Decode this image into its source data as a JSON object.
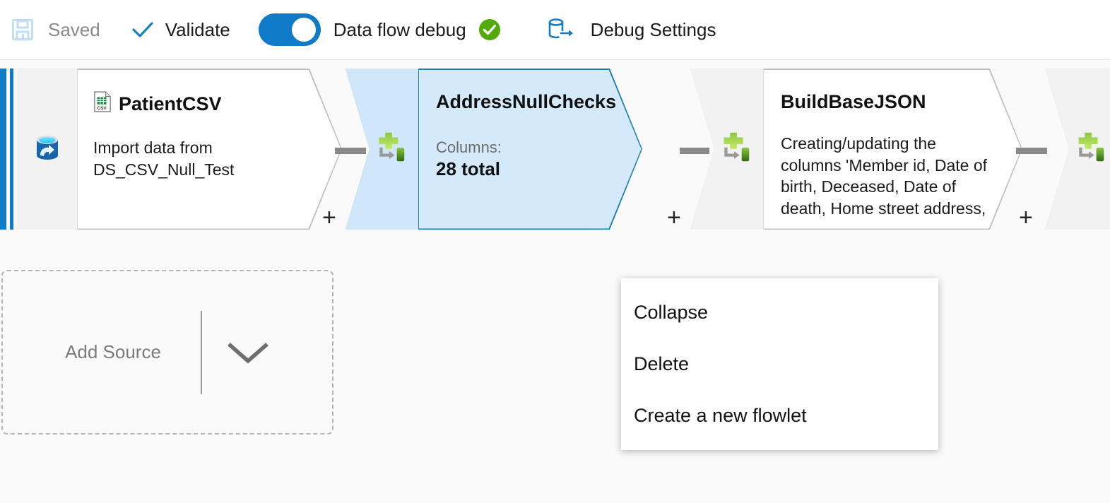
{
  "toolbar": {
    "save": {
      "label": "Saved",
      "icon": "save-floppy-icon",
      "state": "disabled"
    },
    "validate": {
      "label": "Validate",
      "icon": "checkmark-icon"
    },
    "debug_toggle": {
      "label": "Data flow debug",
      "state": "on",
      "icon": "toggle-switch-icon"
    },
    "debug_status": {
      "icon": "green-check-circle-icon",
      "color": "#52ab0a"
    },
    "debug_settings": {
      "label": "Debug Settings",
      "icon": "database-export-icon"
    },
    "accent_color": "#0f7ac8"
  },
  "canvas": {
    "background": "#fafafa",
    "nodes": [
      {
        "name": "PatientCSV",
        "description": "Import data from DS_CSV_Null_Test",
        "icon": "source-database-icon",
        "title_icon": "csv-file-icon",
        "selected": false,
        "type": "source"
      },
      {
        "name": "AddressNullChecks",
        "sub_label": "Columns:",
        "sub_value": "28 total",
        "icon": "derived-column-icon",
        "selected": true,
        "type": "derived-column"
      },
      {
        "name": "BuildBaseJSON",
        "description": "Creating/updating the columns 'Member id, Date of birth, Deceased, Date of death, Home street address,",
        "icon": "derived-column-icon",
        "selected": false,
        "type": "derived-column"
      },
      {
        "name": "",
        "icon": "derived-column-icon",
        "selected": false,
        "type": "derived-column"
      }
    ],
    "add_source": {
      "label": "Add Source",
      "chevron_icon": "chevron-down-icon"
    }
  },
  "context_menu": {
    "items": [
      {
        "label": "Collapse"
      },
      {
        "label": "Delete"
      },
      {
        "label": "Create a new flowlet"
      }
    ]
  }
}
